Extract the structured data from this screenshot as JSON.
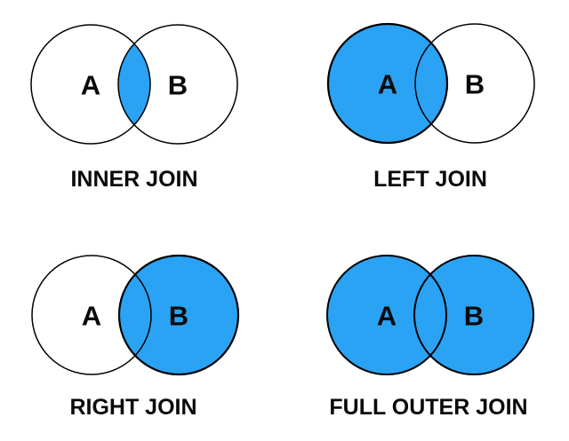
{
  "colors": {
    "shade_blue": "#2BA3F4",
    "circle_stroke": "#000000",
    "text": "#0a0a0a",
    "background": "#ffffff"
  },
  "diagrams": [
    {
      "name": "inner-join",
      "caption": "INNER JOIN",
      "circle_a_label": "A",
      "circle_b_label": "B",
      "shaded_region": "intersection"
    },
    {
      "name": "left-join",
      "caption": "LEFT JOIN",
      "circle_a_label": "A",
      "circle_b_label": "B",
      "shaded_region": "circle-a"
    },
    {
      "name": "right-join",
      "caption": "RIGHT JOIN",
      "circle_a_label": "A",
      "circle_b_label": "B",
      "shaded_region": "circle-b"
    },
    {
      "name": "full-outer-join",
      "caption": "FULL OUTER JOIN",
      "circle_a_label": "A",
      "circle_b_label": "B",
      "shaded_region": "both-circles"
    }
  ]
}
